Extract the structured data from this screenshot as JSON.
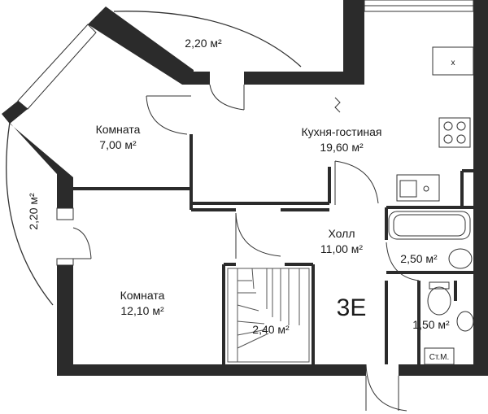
{
  "rooms": {
    "room_small": {
      "name": "Комната",
      "area": "7,00 м²"
    },
    "kitchen": {
      "name": "Кухня-гостиная",
      "area": "19,60 м²"
    },
    "hall": {
      "name": "Холл",
      "area": "11,00 м²"
    },
    "room_large": {
      "name": "Комната",
      "area": "12,10 м²"
    },
    "stairs": {
      "area": "2,40 м²"
    },
    "bath": {
      "area": "2,50 м²"
    },
    "wc": {
      "area": "1,50 м²"
    },
    "balcony_top": {
      "area": "2,20 м²"
    },
    "balcony_left": {
      "area": "2,20 м²"
    }
  },
  "unit_code": "3Е",
  "closet_label": "Ст.М.",
  "stove_label": "x",
  "colors": {
    "wall": "#2b2b2b",
    "line": "#333333",
    "background": "#ffffff"
  }
}
